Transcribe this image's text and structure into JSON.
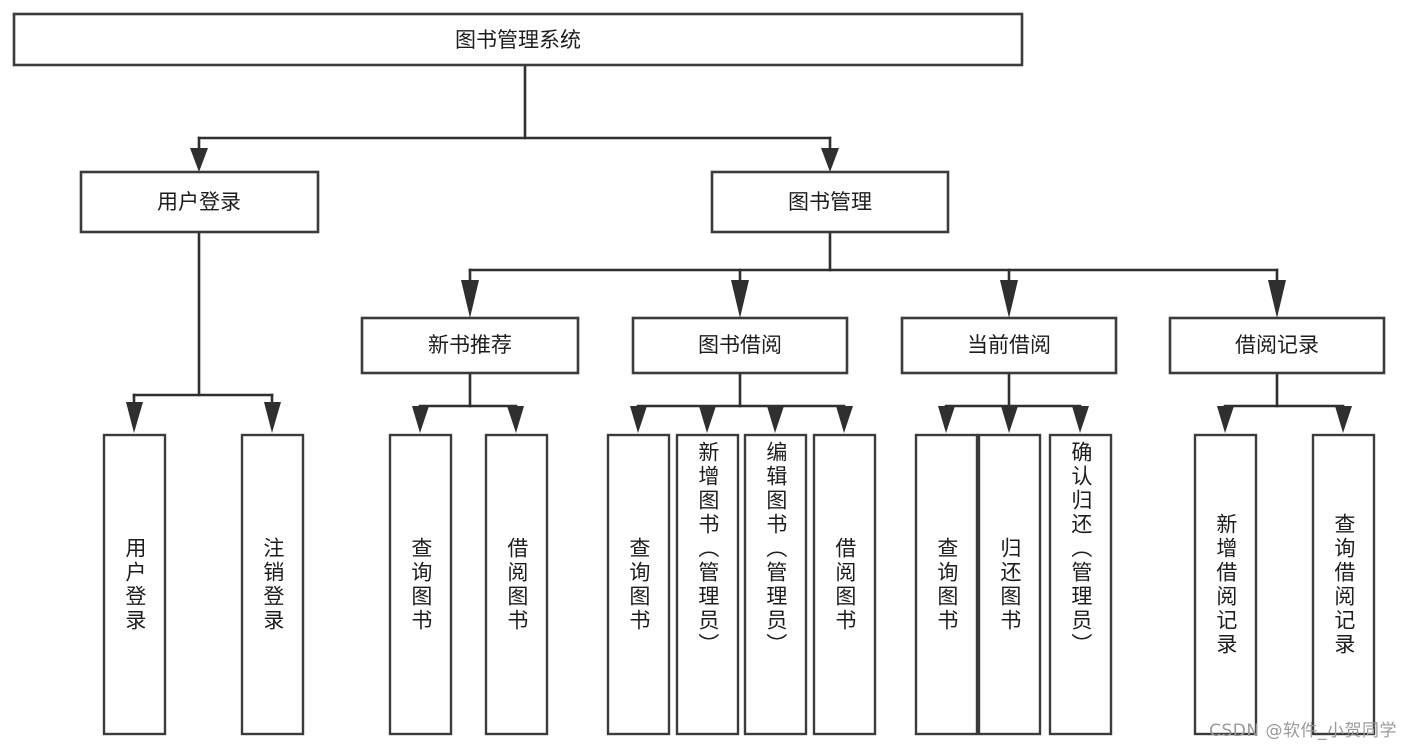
{
  "diagram": {
    "title_node": {
      "label": "图书管理系统"
    },
    "level2": [
      {
        "label": "用户登录"
      },
      {
        "label": "图书管理"
      }
    ],
    "level3": [
      {
        "label": "新书推荐"
      },
      {
        "label": "图书借阅"
      },
      {
        "label": "当前借阅"
      },
      {
        "label": "借阅记录"
      }
    ],
    "leaves": {
      "user_login": [
        {
          "label": "用户登录"
        },
        {
          "label": "注销登录"
        }
      ],
      "new_book_recommend": [
        {
          "label": "查询图书"
        },
        {
          "label": "借阅图书"
        }
      ],
      "book_borrow": [
        {
          "label": "查询图书"
        },
        {
          "label": "新增图书（管理员）"
        },
        {
          "label": "编辑图书（管理员）"
        },
        {
          "label": "借阅图书"
        }
      ],
      "current_borrow": [
        {
          "label": "查询图书"
        },
        {
          "label": "归还图书"
        },
        {
          "label": "确认归还（管理员）"
        }
      ],
      "borrow_record": [
        {
          "label": "新增借阅记录"
        },
        {
          "label": "查询借阅记录"
        }
      ]
    },
    "watermark": {
      "text": "CSDN @软件_小贺同学"
    },
    "colors": {
      "box_stroke": "#3b3b3b",
      "connector": "#2f2f2f",
      "text": "#1d1d1d",
      "background": "#ffffff",
      "watermark": "#9a9a9a"
    }
  }
}
